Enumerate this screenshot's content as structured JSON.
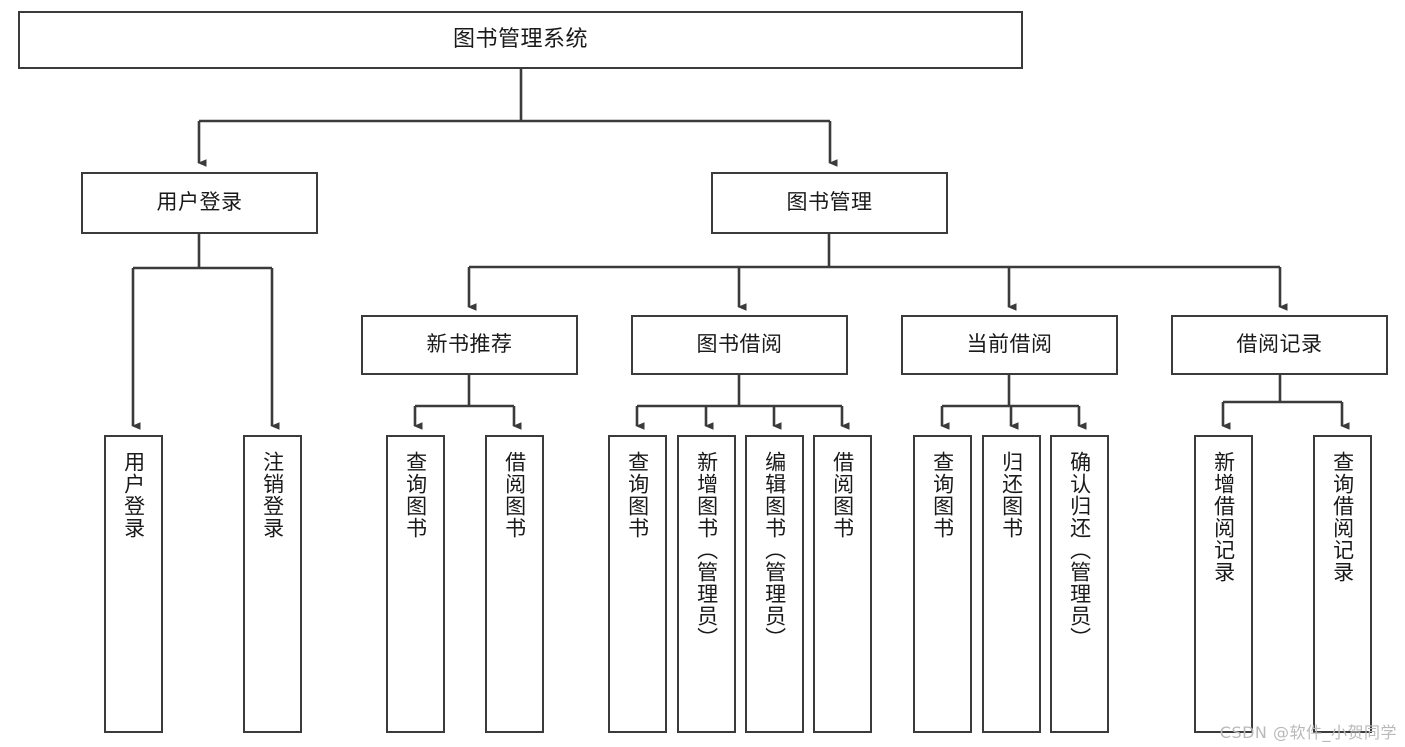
{
  "diagram": {
    "title_box": {
      "label": "图书管理系统"
    },
    "level2": [
      {
        "id": "user-login",
        "label": "用户登录"
      },
      {
        "id": "book-management",
        "label": "图书管理"
      }
    ],
    "level3": [
      {
        "id": "new-book-recommend",
        "label": "新书推荐"
      },
      {
        "id": "book-borrow",
        "label": "图书借阅"
      },
      {
        "id": "current-borrow",
        "label": "当前借阅"
      },
      {
        "id": "borrow-record",
        "label": "借阅记录"
      }
    ],
    "leaves": [
      {
        "id": "leaf-user-login",
        "label": "用户登录",
        "parent": "user-login"
      },
      {
        "id": "leaf-logout-login",
        "label": "注销登录",
        "parent": "user-login"
      },
      {
        "id": "leaf-query-book-1",
        "label": "查询图书",
        "parent": "new-book-recommend"
      },
      {
        "id": "leaf-borrow-book-1",
        "label": "借阅图书",
        "parent": "new-book-recommend"
      },
      {
        "id": "leaf-query-book-2",
        "label": "查询图书",
        "parent": "book-borrow"
      },
      {
        "id": "leaf-add-book",
        "label": "新增图书（管理员）",
        "parent": "book-borrow"
      },
      {
        "id": "leaf-edit-book",
        "label": "编辑图书（管理员）",
        "parent": "book-borrow"
      },
      {
        "id": "leaf-borrow-book-2",
        "label": "借阅图书",
        "parent": "book-borrow"
      },
      {
        "id": "leaf-query-book-3",
        "label": "查询图书",
        "parent": "current-borrow"
      },
      {
        "id": "leaf-return-book",
        "label": "归还图书",
        "parent": "current-borrow"
      },
      {
        "id": "leaf-confirm-return",
        "label": "确认归还（管理员）",
        "parent": "current-borrow"
      },
      {
        "id": "leaf-add-record",
        "label": "新增借阅记录",
        "parent": "borrow-record"
      },
      {
        "id": "leaf-query-record",
        "label": "查询借阅记录",
        "parent": "borrow-record"
      }
    ],
    "watermark": "CSDN @软件_小贺同学",
    "colors": {
      "border": "#3b3b3b",
      "background": "#ffffff",
      "text": "#1a1a1a",
      "watermark": "#b9b9b9"
    }
  }
}
